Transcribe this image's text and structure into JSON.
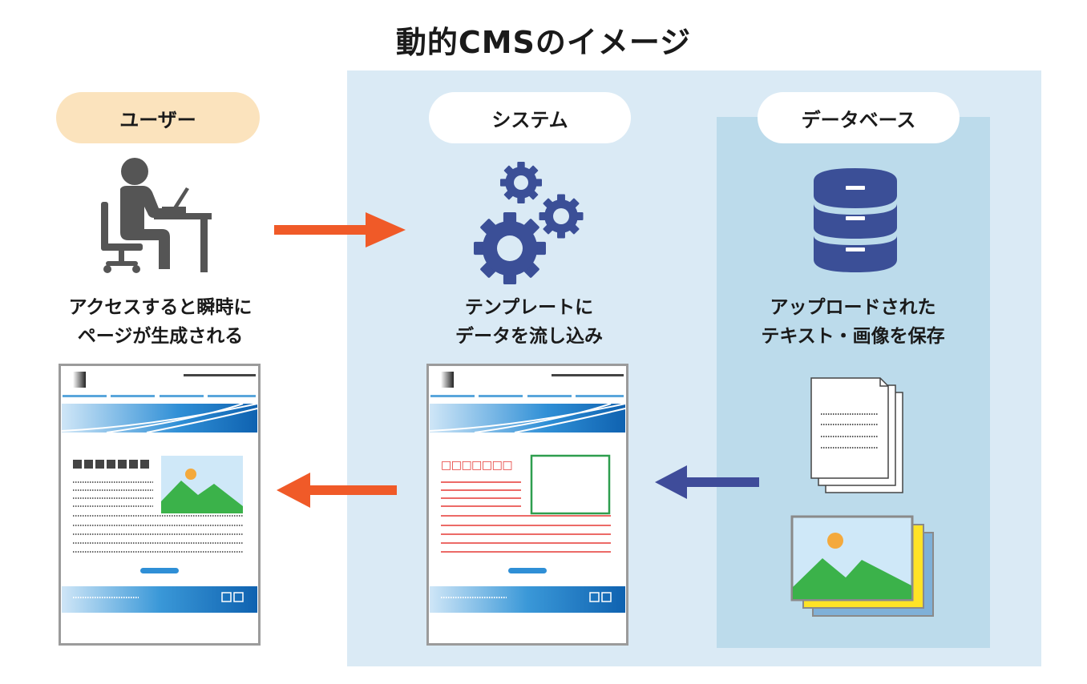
{
  "title": "動的CMSのイメージ",
  "columns": {
    "user": {
      "label": "ユーザー",
      "caption": "アクセスすると瞬時に\nページが生成される"
    },
    "system": {
      "label": "システム",
      "caption": "テンプレートに\nデータを流し込み"
    },
    "database": {
      "label": "データベース",
      "caption": "アップロードされた\nテキスト・画像を保存"
    }
  },
  "template_placeholder": "□□□□□□□",
  "colors": {
    "accent_arrow": "#f05a28",
    "db_arrow": "#3f4c9a",
    "gear": "#3b4f97",
    "database_icon": "#3b4f97",
    "template_red": "#e53935",
    "template_green": "#2e9e4e",
    "system_bg": "#daeaf5",
    "database_bg": "#bcdbeb",
    "user_pill": "#fbe3bd"
  },
  "icons": [
    "person-at-desk-icon",
    "gears-icon",
    "database-icon",
    "documents-icon",
    "images-icon",
    "arrow-right-icon",
    "arrow-left-icon"
  ]
}
